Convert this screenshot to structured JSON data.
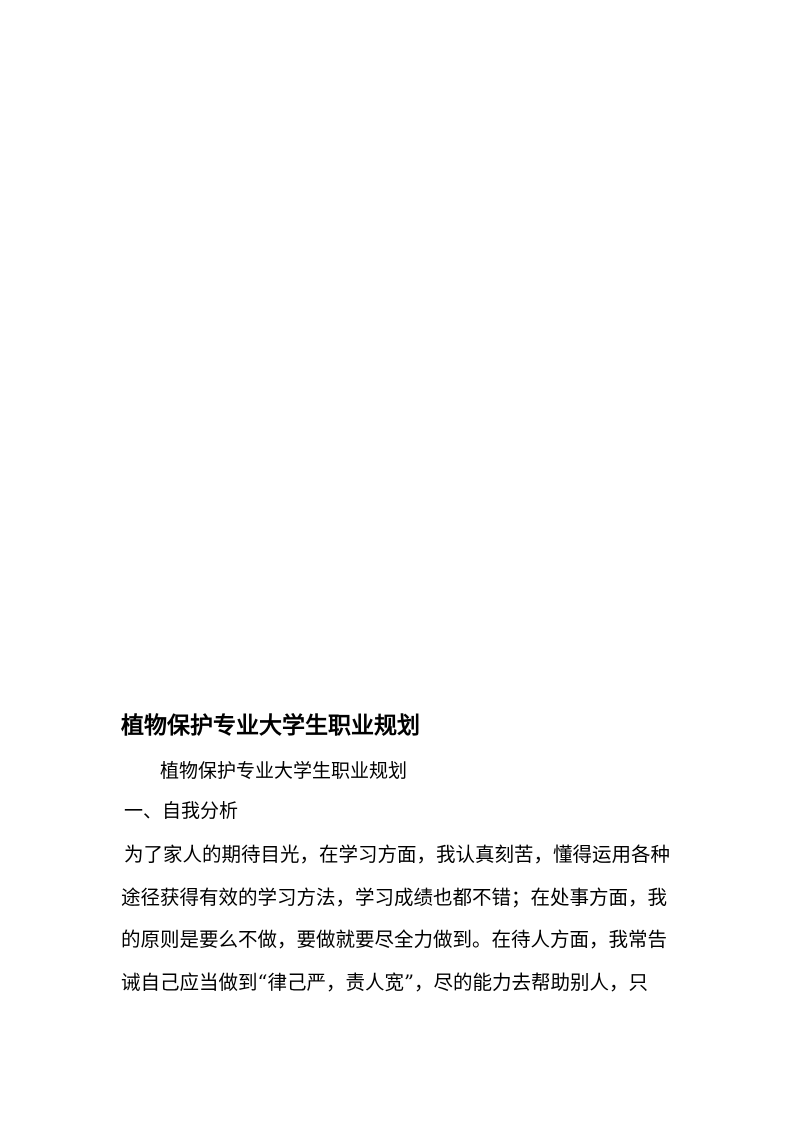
{
  "document": {
    "title": "植物保护专业大学生职业规划",
    "subtitle": "植物保护专业大学生职业规划",
    "section_heading": "一、自我分析",
    "paragraph_lines": [
      "为了家人的期待目光，在学习方面，我认真刻苦，懂得运用各种",
      "途径获得有效的学习方法，学习成绩也都不错；在处事方面，我",
      "的原则是要么不做，要做就要尽全力做到。在待人方面，我常告",
      "诫自己应当做到“律己严，责人宽”，尽的能力去帮助别人，只"
    ]
  }
}
